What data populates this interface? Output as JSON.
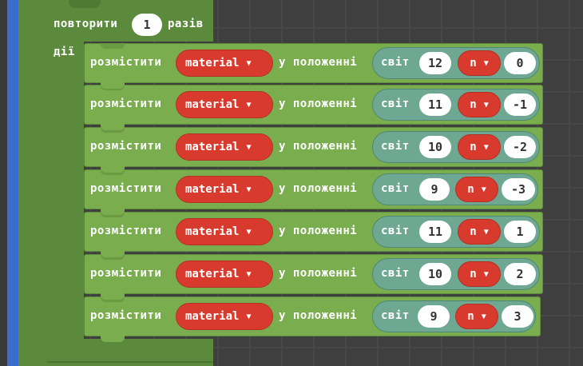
{
  "repeat_block": {
    "repeat_label": "повторити",
    "count": "1",
    "times_label": "разів",
    "do_label": "дії"
  },
  "statements": [
    {
      "place_label": "розмістити",
      "block": "material",
      "at_label": "у положенні",
      "world_label": "світ",
      "x": "12",
      "y": "n",
      "z": "0"
    },
    {
      "place_label": "розмістити",
      "block": "material",
      "at_label": "у положенні",
      "world_label": "світ",
      "x": "11",
      "y": "n",
      "z": "-1"
    },
    {
      "place_label": "розмістити",
      "block": "material",
      "at_label": "у положенні",
      "world_label": "світ",
      "x": "10",
      "y": "n",
      "z": "-2"
    },
    {
      "place_label": "розмістити",
      "block": "material",
      "at_label": "у положенні",
      "world_label": "світ",
      "x": "9",
      "y": "n",
      "z": "-3"
    },
    {
      "place_label": "розмістити",
      "block": "material",
      "at_label": "у положенні",
      "world_label": "світ",
      "x": "11",
      "y": "n",
      "z": "1"
    },
    {
      "place_label": "розмістити",
      "block": "material",
      "at_label": "у положенні",
      "world_label": "світ",
      "x": "10",
      "y": "n",
      "z": "2"
    },
    {
      "place_label": "розмістити",
      "block": "material",
      "at_label": "у положенні",
      "world_label": "світ",
      "x": "9",
      "y": "n",
      "z": "3"
    }
  ],
  "colors": {
    "outer_block": "#5b8a3c",
    "statement_block": "#7aad4e",
    "dropdown_red": "#d83b2e",
    "world_teal": "#6ea892",
    "side_bar_blue": "#3a6ecb",
    "canvas_bg": "#3f3f3f"
  }
}
